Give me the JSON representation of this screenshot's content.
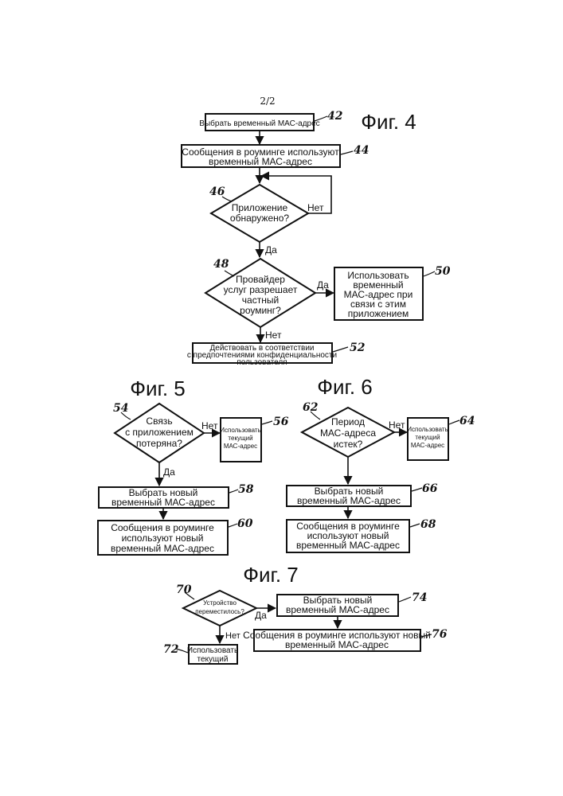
{
  "page_number": "2/2",
  "fig4": {
    "title": "Фиг. 4",
    "step42": {
      "ref": "42",
      "text": "Выбрать временный МАС-адрес"
    },
    "step44": {
      "ref": "44",
      "line1": "Сообщения в роуминге используют",
      "line2": "временный МАС-адрес"
    },
    "dec46": {
      "ref": "46",
      "line1": "Приложение",
      "line2": "обнаружено?",
      "no": "Нет",
      "yes": "Да"
    },
    "dec48": {
      "ref": "48",
      "line1": "Провайдер",
      "line2": "услуг разрешает",
      "line3": "частный",
      "line4": "роуминг?",
      "yes": "Да",
      "no": "Нет"
    },
    "step50": {
      "ref": "50",
      "line1": "Использовать",
      "line2": "временный",
      "line3": "МАС-адрес при",
      "line4": "связи с этим",
      "line5": "приложением"
    },
    "step52": {
      "ref": "52",
      "line1": "Действовать в соответствии",
      "line2": "с предпочтениями конфиденциальности",
      "line3": "пользователя"
    }
  },
  "fig5": {
    "title": "Фиг. 5",
    "dec54": {
      "ref": "54",
      "line1": "Связь",
      "line2": "с приложением",
      "line3": "потеряна?",
      "no": "Нет",
      "yes": "Да"
    },
    "step56": {
      "ref": "56",
      "line1": "Использовать",
      "line2": "текущий",
      "line3": "МАС-адрес"
    },
    "step58": {
      "ref": "58",
      "line1": "Выбрать новый",
      "line2": "временный МАС-адрес"
    },
    "step60": {
      "ref": "60",
      "line1": "Сообщения в роуминге",
      "line2": "используют новый",
      "line3": "временный МАС-адрес"
    }
  },
  "fig6": {
    "title": "Фиг. 6",
    "dec62": {
      "ref": "62",
      "line1": "Период",
      "line2": "МАС-адреса",
      "line3": "истек?",
      "no": "Нет"
    },
    "step64": {
      "ref": "64",
      "line1": "Использовать",
      "line2": "текущий",
      "line3": "МАС-адрес"
    },
    "step66": {
      "ref": "66",
      "line1": "Выбрать новый",
      "line2": "временный МАС-адрес"
    },
    "step68": {
      "ref": "68",
      "line1": "Сообщения в роуминге",
      "line2": "используют новый",
      "line3": "временный МАС-адрес"
    }
  },
  "fig7": {
    "title": "Фиг. 7",
    "dec70": {
      "ref": "70",
      "line1": "Устройство",
      "line2": "переместилось?",
      "yes": "Да",
      "no": "Нет"
    },
    "step72": {
      "ref": "72",
      "line1": "Использовать",
      "line2": "текущий"
    },
    "step74": {
      "ref": "74",
      "line1": "Выбрать новый",
      "line2": "временный МАС-адрес"
    },
    "step76": {
      "ref": "76",
      "line1": "Сообщения в роуминге используют новый",
      "line2": "временный МАС-адрес"
    }
  }
}
